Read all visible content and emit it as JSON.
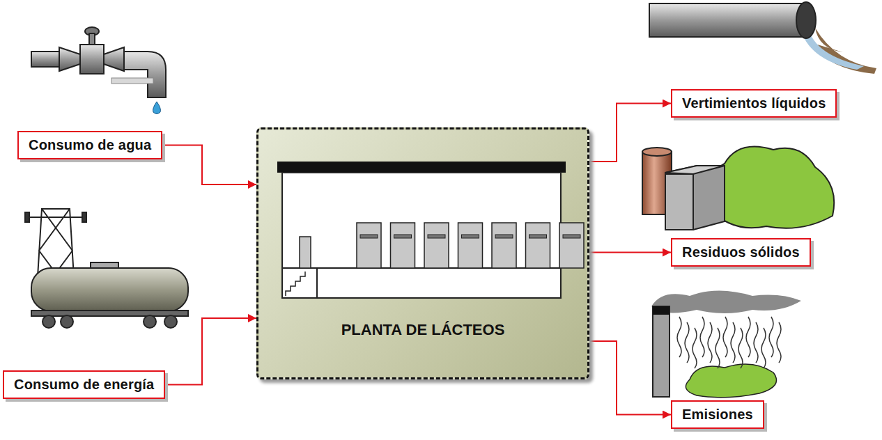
{
  "diagram": {
    "nodes": [
      {
        "text": [
          "Consumo de agua"
        ]
      },
      {
        "text": [
          "Consumo de energía"
        ]
      },
      {
        "text": [
          "PLANTA DE LÁCTEOS"
        ]
      },
      {
        "text": [
          "Vertimientos líquidos"
        ]
      },
      {
        "text": [
          "Residuos sólidos"
        ]
      },
      {
        "text": [
          "Emisiones"
        ]
      }
    ],
    "edges": [
      {
        "from": 0,
        "to": 2,
        "arrow": "to"
      },
      {
        "from": 1,
        "to": 2,
        "arrow": "to"
      },
      {
        "from": 2,
        "to": 3,
        "arrow": "to"
      },
      {
        "from": 2,
        "to": 4,
        "arrow": "to"
      },
      {
        "from": 2,
        "to": 5,
        "arrow": "to"
      }
    ]
  }
}
